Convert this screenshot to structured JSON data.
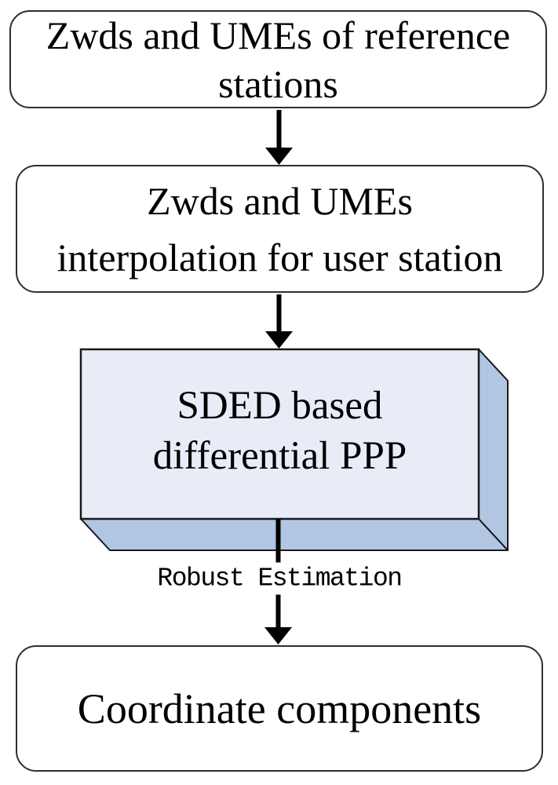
{
  "nodes": {
    "reference_stations": {
      "line1": "Zwds and UMEs of reference",
      "line2": "stations"
    },
    "interpolation": {
      "line1": "Zwds and UMEs",
      "line2": "interpolation for user station"
    },
    "sded_ppp": {
      "line1": "SDED based",
      "line2": "differential PPP"
    },
    "coordinates": {
      "line1": "Coordinate components"
    }
  },
  "edge_label": "Robust Estimation",
  "colors": {
    "box_front": "#e8ecf7",
    "box_side": "#b1c6e3",
    "box_stroke": "#1a1a1a",
    "arrow": "#000000",
    "node_border": "#2e2e2e",
    "background": "#ffffff",
    "text": "#000000"
  }
}
